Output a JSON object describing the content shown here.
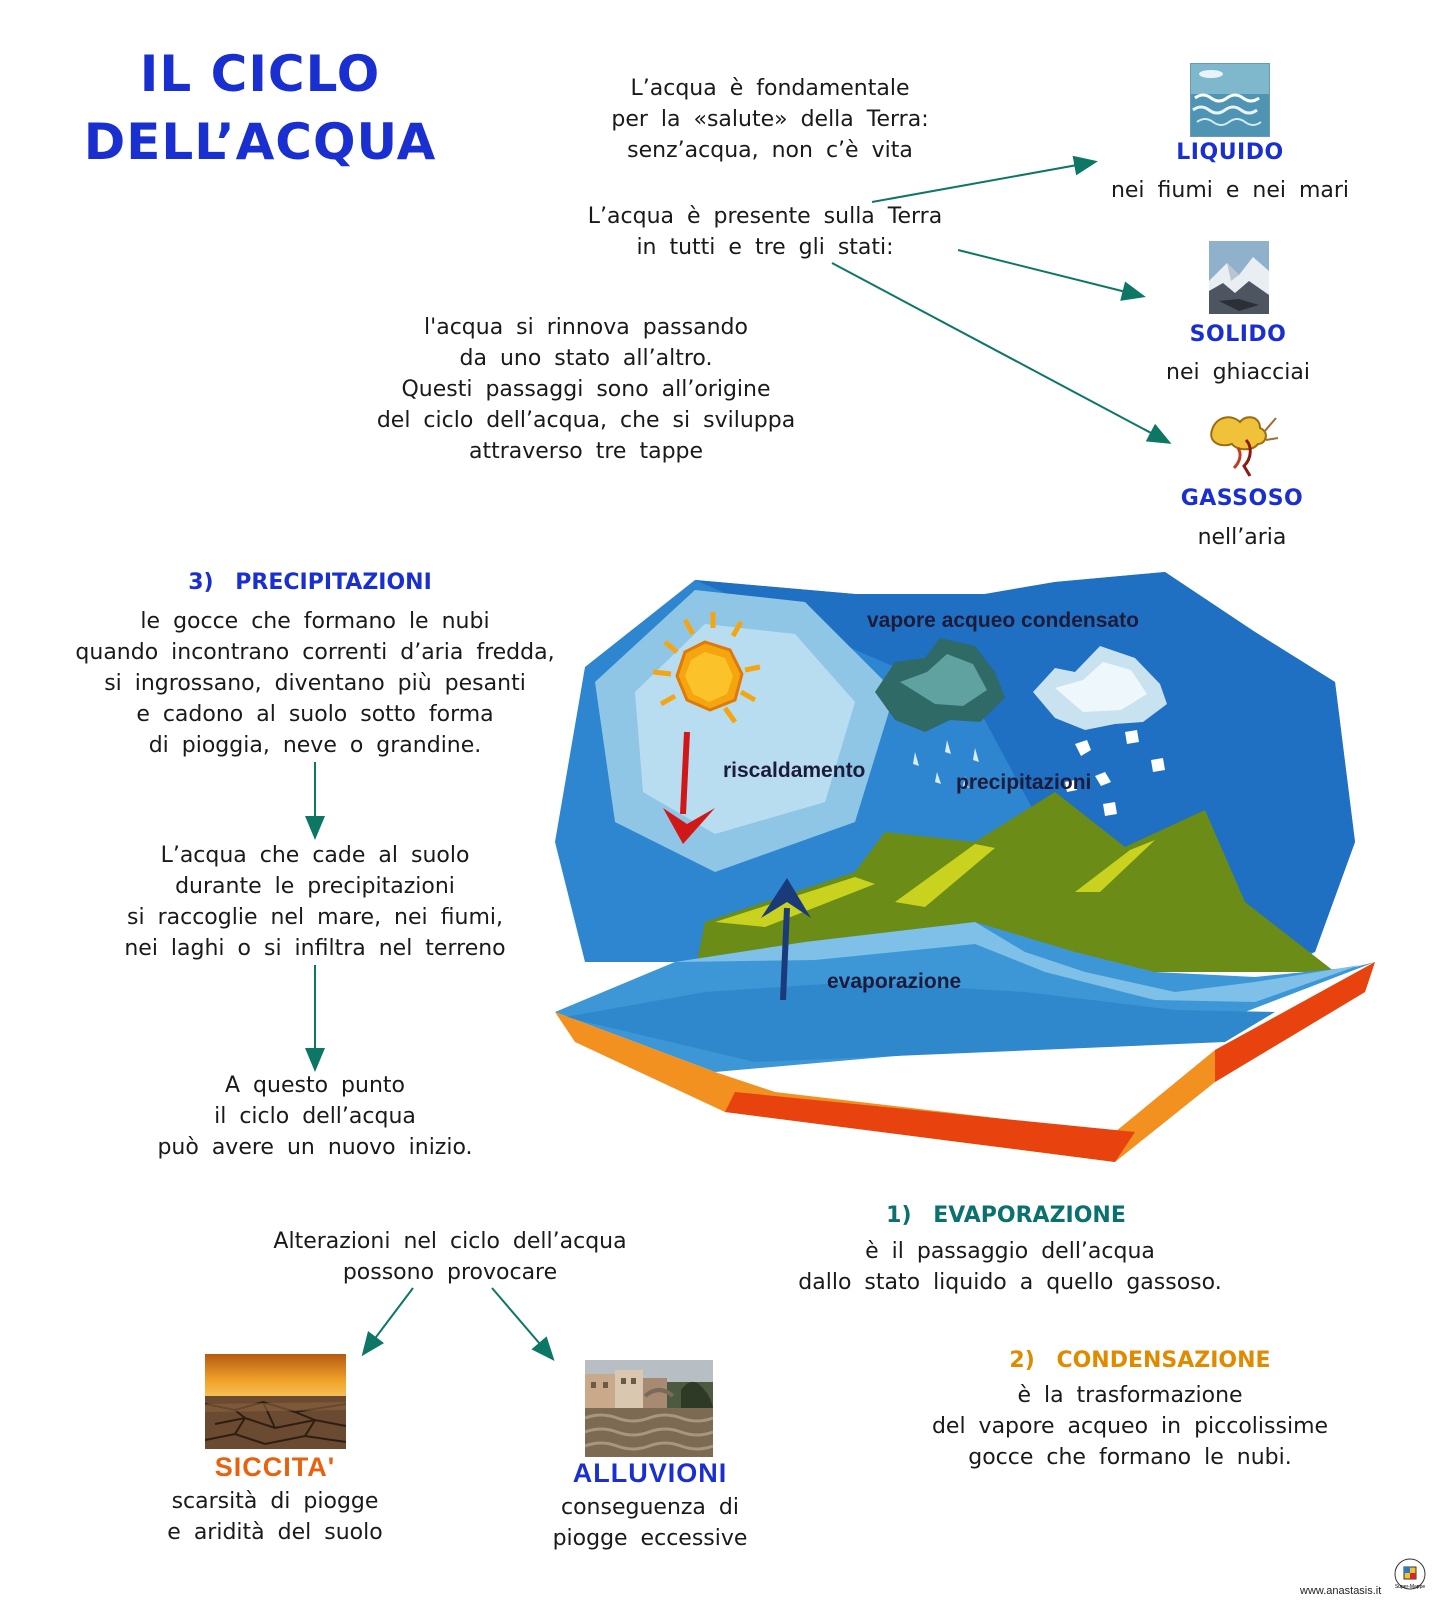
{
  "title": {
    "line1": "IL  CICLO",
    "line2": "DELL’ACQUA"
  },
  "intro": {
    "line1": "L’acqua  è  fondamentale",
    "line2": "per  la  «salute»  della  Terra:",
    "line3": "senz’acqua,  non  c’è  vita"
  },
  "presence": {
    "line1": "L’acqua  è  presente  sulla  Terra",
    "line2": "in  tutti  e  tre  gli  stati:"
  },
  "states": [
    {
      "name": "LIQUIDO",
      "desc": "nei  fiumi  e  nei  mari",
      "icon": "waves-icon"
    },
    {
      "name": "SOLIDO",
      "desc": "nei  ghiacciai",
      "icon": "glacier-icon"
    },
    {
      "name": "GASSOSO",
      "desc": "nell’aria",
      "icon": "wind-icon"
    }
  ],
  "renewal": {
    "line1": "l'acqua  si  rinnova  passando",
    "line2": "da  uno  stato  all’altro.",
    "line3": "Questi  passaggi  sono  all’origine",
    "line4": "del  ciclo  dell’acqua,  che  si  sviluppa",
    "line5": "attraverso  tre  tappe"
  },
  "precipitation": {
    "number": "3)",
    "heading": "PRECIPITAZIONI",
    "line1": "le  gocce  che  formano  le  nubi",
    "line2": "quando  incontrano  correnti  d’aria  fredda,",
    "line3": "si  ingrossano,  diventano  più  pesanti",
    "line4": "e  cadono  al  suolo  sotto  forma",
    "line5": "di  pioggia,  neve  o  grandine."
  },
  "collect": {
    "line1": "L’acqua  che  cade  al  suolo",
    "line2": "durante  le  precipitazioni",
    "line3": "si  raccoglie  nel  mare,  nei  fiumi,",
    "line4": "nei  laghi  o  si  infiltra  nel  terreno"
  },
  "restart": {
    "line1": "A  questo  punto",
    "line2": "il  ciclo  dell’acqua",
    "line3": "può  avere  un  nuovo  inizio."
  },
  "diagram_labels": {
    "condensed": "vapore acqueo condensato",
    "heating": "riscaldamento",
    "precipitation": "precipitazioni",
    "evaporation": "evaporazione"
  },
  "evaporation": {
    "number": "1)",
    "heading": "EVAPORAZIONE",
    "line1": "è  il  passaggio  dell’acqua",
    "line2": "dallo  stato  liquido  a  quello  gassoso."
  },
  "condensation": {
    "number": "2)",
    "heading": "CONDENSAZIONE",
    "line1": "è  la  trasformazione",
    "line2": "del  vapore  acqueo  in  piccolissime",
    "line3": "gocce  che  formano  le  nubi."
  },
  "alterations": {
    "line1": "Alterazioni  nel  ciclo  dell’acqua",
    "line2": "possono  provocare"
  },
  "drought": {
    "name": "SICCITA'",
    "line1": "scarsità  di  piogge",
    "line2": "e  aridità  del  suolo"
  },
  "floods": {
    "name": "ALLUVIONI",
    "line1": "conseguenza  di",
    "line2": "piogge  eccessive"
  },
  "footer": {
    "url": "www.anastasis.it",
    "logo_text": "Super-Mappe"
  },
  "colors": {
    "title_blue": "#1a2fd0",
    "teal_heading": "#0a7070",
    "orange_heading": "#e08a00",
    "drought_orange": "#e8610e",
    "arrow_teal": "#0d7766"
  }
}
